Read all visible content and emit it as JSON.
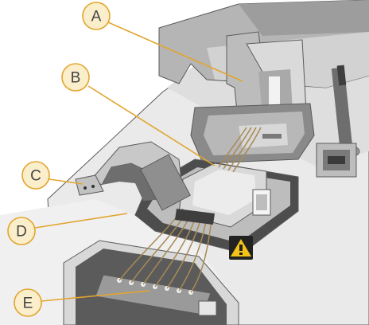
{
  "callouts": [
    {
      "id": "A",
      "label": "A"
    },
    {
      "id": "B",
      "label": "B"
    },
    {
      "id": "C",
      "label": "C"
    },
    {
      "id": "D",
      "label": "D"
    },
    {
      "id": "E",
      "label": "E"
    }
  ],
  "colors": {
    "callout_fill": "#fbeecb",
    "callout_stroke": "#e2a52e",
    "body_light": "#e6e6e6",
    "body_mid": "#c9c9c9",
    "body_dark": "#555555",
    "wire": "#a88a55",
    "warning": "#f3c318"
  }
}
